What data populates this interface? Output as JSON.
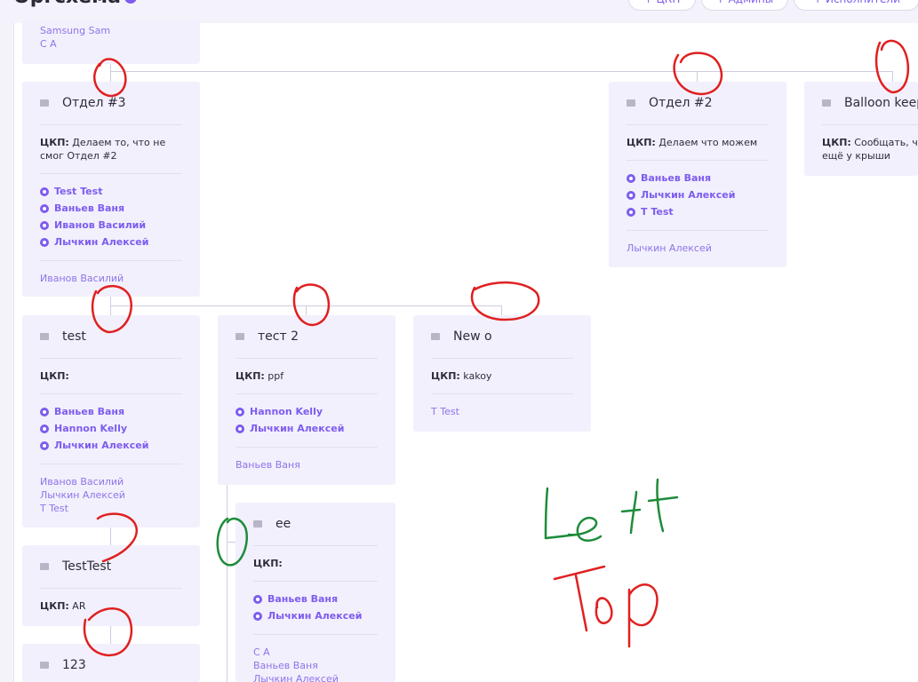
{
  "header": {
    "title": "Оргсхема",
    "buttons": [
      {
        "label": "+ ЦКП"
      },
      {
        "label": "+ Админы"
      },
      {
        "label": "+ Исполнители"
      }
    ]
  },
  "cards": {
    "top_partial": {
      "owners": [
        "Samsung Sam",
        "C A"
      ]
    },
    "dept3": {
      "name": "Отдел #3",
      "ckp_label": "ЦКП:",
      "ckp_text": " Делаем то, что не смог Отдел #2",
      "members": [
        "Test Test",
        "Ваньев Ваня",
        "Иванов Василий",
        "Лычкин Алексей"
      ],
      "owners": [
        "Иванов Василий"
      ]
    },
    "dept2": {
      "name": "Отдел #2",
      "ckp_label": "ЦКП:",
      "ckp_text": " Делаем что можем",
      "members": [
        "Ваньев Ваня",
        "Лычкин Алексей",
        "T Test"
      ],
      "owners": [
        "Лычкин Алексей"
      ]
    },
    "balloon": {
      "name": "Balloon keeper",
      "ckp_label": "ЦКП:",
      "ckp_text": " Сообщать, что шарик ещё у крыши"
    },
    "test": {
      "name": "test",
      "ckp_label": "ЦКП:",
      "ckp_text": "",
      "members": [
        "Ваньев Ваня",
        "Hannon Kelly",
        "Лычкин Алексей"
      ],
      "owners": [
        "Иванов Василий",
        "Лычкин Алексей",
        "T Test"
      ]
    },
    "test2": {
      "name": "тест 2",
      "ckp_label": "ЦКП:",
      "ckp_text": " ppf",
      "members": [
        "Hannon Kelly",
        "Лычкин Алексей"
      ],
      "owners": [
        "Ваньев Ваня"
      ]
    },
    "newo": {
      "name": "New o",
      "ckp_label": "ЦКП:",
      "ckp_text": " kakoy",
      "owners": [
        "T Test"
      ]
    },
    "testtest": {
      "name": "TestTest",
      "ckp_label": "ЦКП:",
      "ckp_text": " AR"
    },
    "c123": {
      "name": "123"
    },
    "ee": {
      "name": "ee",
      "ckp_label": "ЦКП:",
      "ckp_text": "",
      "members": [
        "Ваньев Ваня",
        "Лычкин Алексей"
      ],
      "owners": [
        "C A",
        "Ваньев Ваня",
        "Лычкин Алексей"
      ]
    }
  },
  "annotations": {
    "handwritten": [
      "Left",
      "Top"
    ],
    "colors": {
      "red": "#e02020",
      "green": "#1e8c3a"
    }
  }
}
